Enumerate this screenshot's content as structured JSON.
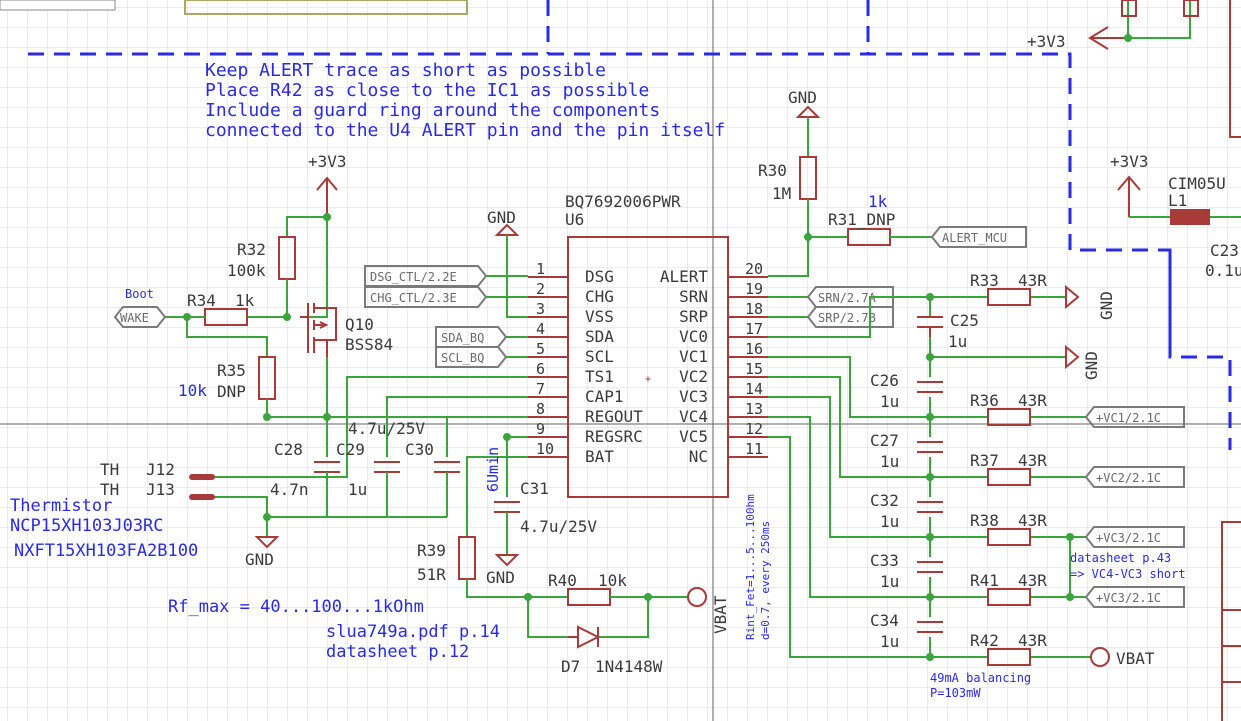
{
  "notes": {
    "layout_note_1": "Keep ALERT trace as short as possible",
    "layout_note_2": "Place R42 as close to the IC1 as possible",
    "layout_note_3": "Include a guard ring around the components",
    "layout_note_4": "connected to the U4 ALERT pin and the pin itself",
    "thermistor_title": "Thermistor",
    "thermistor_pn1": "NCP15XH103J03RC",
    "thermistor_pn2": "NXFT15XH103FA2B100",
    "rf_max": "Rf_max = 40...100...1kOhm",
    "ref1": "slua749a.pdf p.14",
    "ref2": "datasheet p.12",
    "rint": "Rint_Fet=1...5...100hm",
    "duty": "d=0.7, every 250ms",
    "ds43": "datasheet p.43",
    "short": "=> VC4-VC3 short",
    "balancing1": "49mA balancing",
    "balancing2": "P=103mW",
    "boot": "Boot",
    "wake": "WAKE",
    "r1k_note": "1k",
    "cap_6umin": "6Umin"
  },
  "ic": {
    "part": "BQ7692006PWR",
    "ref": "U6",
    "left_pins": [
      {
        "num": "1",
        "name": "DSG"
      },
      {
        "num": "2",
        "name": "CHG"
      },
      {
        "num": "3",
        "name": "VSS"
      },
      {
        "num": "4",
        "name": "SDA"
      },
      {
        "num": "5",
        "name": "SCL"
      },
      {
        "num": "6",
        "name": "TS1"
      },
      {
        "num": "7",
        "name": "CAP1"
      },
      {
        "num": "8",
        "name": "REGOUT"
      },
      {
        "num": "9",
        "name": "REGSRC"
      },
      {
        "num": "10",
        "name": "BAT"
      }
    ],
    "right_pins": [
      {
        "num": "20",
        "name": "ALERT"
      },
      {
        "num": "19",
        "name": "SRN"
      },
      {
        "num": "18",
        "name": "SRP"
      },
      {
        "num": "17",
        "name": "VC0"
      },
      {
        "num": "16",
        "name": "VC1"
      },
      {
        "num": "15",
        "name": "VC2"
      },
      {
        "num": "14",
        "name": "VC3"
      },
      {
        "num": "13",
        "name": "VC4"
      },
      {
        "num": "12",
        "name": "VC5"
      },
      {
        "num": "11",
        "name": "NC"
      }
    ]
  },
  "nets": {
    "dsg": "DSG_CTL/2.2E",
    "chg": "CHG_CTL/2.3E",
    "sda": "SDA_BQ",
    "scl": "SCL_BQ",
    "alert_mcu": "ALERT_MCU",
    "srn": "SRN/2.7A",
    "srp": "SRP/2.7B",
    "vc1": "+VC1/2.1C",
    "vc2": "+VC2/2.1C",
    "vc3a": "+VC3/2.1C",
    "vc3b": "+VC3/2.1C",
    "vbat": "VBAT",
    "vbat2": "VBAT",
    "gnd": "GND",
    "v33": "+3V3"
  },
  "components": {
    "r30": "R30",
    "r30v": "1M",
    "r31": "R31_DNP",
    "r32": "R32",
    "r32v": "100k",
    "r34": "R34",
    "r34v": "1k",
    "r35": "R35",
    "r35v": "DNP",
    "r35n": "10k",
    "q10": "Q10",
    "q10v": "BSS84",
    "c28": "C28",
    "c28v": "4.7n",
    "c29": "C29",
    "c29v": "1u",
    "c30": "C30",
    "c30v": "4.7u/25V",
    "c31": "C31",
    "c31v": "4.7u/25V",
    "r39": "R39",
    "r39v": "51R",
    "r40": "R40",
    "r40v": "10k",
    "d7": "D7",
    "d7v": "1N4148W",
    "j12": "J12",
    "j13": "J13",
    "th": "TH",
    "r33": "R33",
    "r33v": "43R",
    "r36": "R36",
    "r36v": "43R",
    "r37": "R37",
    "r37v": "43R",
    "r38": "R38",
    "r38v": "43R",
    "r41": "R41",
    "r41v": "43R",
    "r42": "R42",
    "r42v": "43R",
    "c25": "C25",
    "c25v": "1u",
    "c26": "C26",
    "c26v": "1u",
    "c27": "C27",
    "c27v": "1u",
    "c32": "C32",
    "c32v": "1u",
    "c33": "C33",
    "c33v": "1u",
    "c34": "C34",
    "c34v": "1u",
    "l1": "L1",
    "l1p": "CIM05U",
    "c23": "C23",
    "c23v": "0.1u"
  },
  "colors": {
    "background": "#ffffff",
    "grid": "#d8d8d8",
    "wire": "#3aa53a",
    "part": "#a83a3a",
    "text_blue": "#2a2ae6",
    "text_grey": "#3a3a3a",
    "bus": "#2a2ae6"
  }
}
